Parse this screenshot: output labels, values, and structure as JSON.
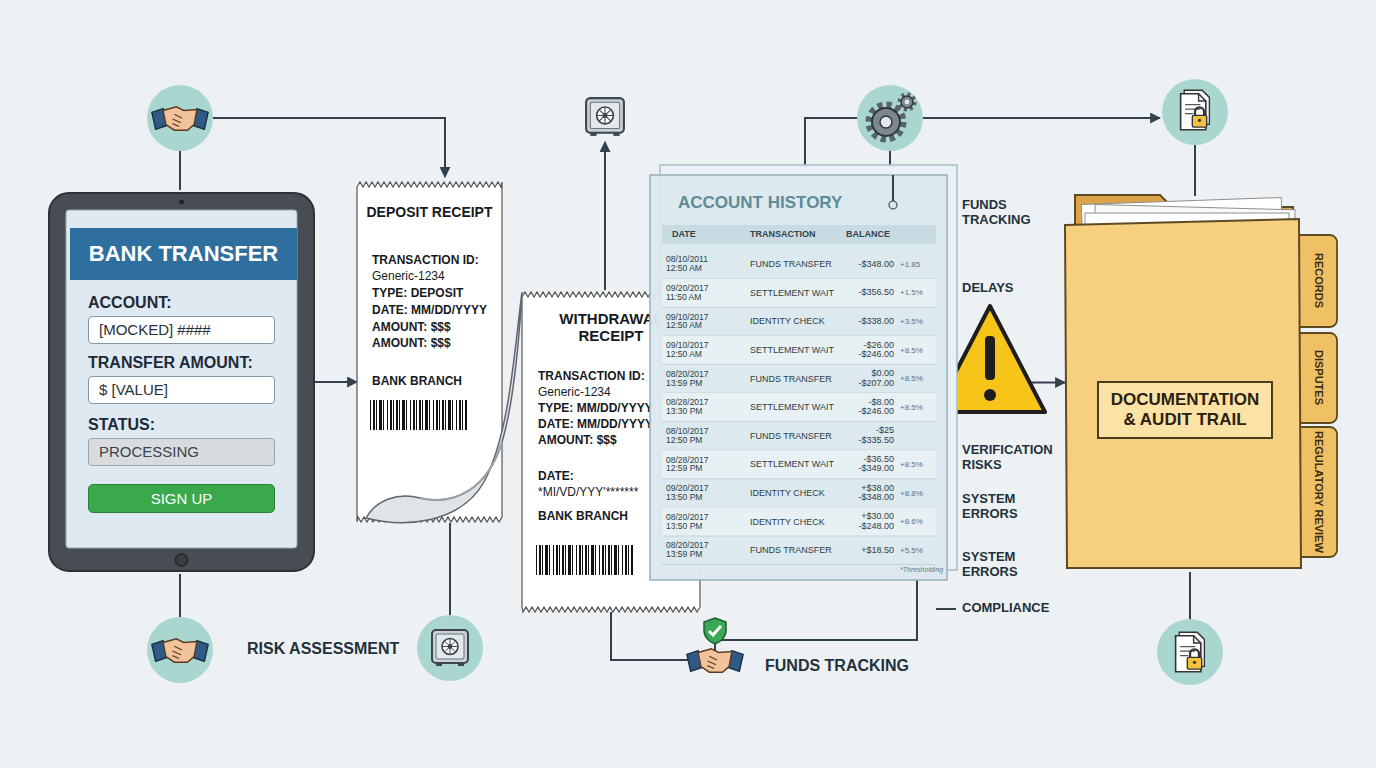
{
  "diagram": {
    "nodes": [
      {
        "text": [
          "BANK TRANSFER",
          "ACCOUNT:",
          "TRANSFER AMOUNT:",
          "STATUS:"
        ]
      },
      {
        "text": [
          "[MOCKED] ####"
        ],
        "in": 0
      },
      {
        "text": [
          "$ [VALUE]"
        ],
        "in": 0
      },
      {
        "text": [
          "PROCESSING"
        ],
        "in": 0
      },
      {
        "text": [
          "SIGN UP"
        ],
        "in": 0
      },
      {
        "text": [
          "DEPOSIT RECEIPT",
          "TRANSACTION ID:",
          "Generic-1234",
          "TYPE: DEPOSIT",
          "DATE: MM/DD/YYYY",
          "AMOUNT: $$$",
          "AMOUNT: $$$",
          "BANK BRANCH"
        ]
      },
      {
        "text": [
          "WITHDRAWAL RECEIPT",
          "TRANSACTION ID:",
          "Generic-1234",
          "TYPE: MM/DD/YYYY",
          "DATE: MM/DD/YYYY",
          "AMOUNT: $$$",
          "DATE:",
          "*MI/VD/YYY'*******",
          "BANK BRANCH"
        ]
      },
      {
        "text": [
          "ACCOUNT HISTORY",
          "DATE",
          "TRANSACTION",
          "BALANCE",
          "08/10/2011 12:50 AM",
          "FUNDS TRANSFER",
          "-$348.00",
          "+1.85",
          "09/20/2017 11:50 AM",
          "SETTLEMENT WAIT",
          "-$356.50",
          "+1.5%",
          "09/10/2017 12:50 AM",
          "IDENTITY CHECK",
          "-$338.00",
          "+3.5%",
          "09/10/2017 12:50 AM",
          "SETTLEMENT WAIT",
          "-$26.00 -$246.00",
          "+8.5%",
          "08/20/2017 13:59 PM",
          "FUNDS TRANSFER",
          "$0.00 -$207.00",
          "+8.5%",
          "08/28/2017 13:30 PM",
          "SETTLEMENT WAIT",
          "-$8.00 -$246.00",
          "+8.5%",
          "08/10/2017 12:50 PM",
          "FUNDS TRANSFER",
          "-$25 -$335.50",
          "08/28/2017 12:59 PM",
          "SETTLEMENT WAIT",
          "-$36.50 -$349.00",
          "+8.5%",
          "09/20/2017 13:50 PM",
          "IDENTITY CHECK",
          "+$38.00 -$348.00",
          "+8.8%",
          "08/20/2017 13:50 PM",
          "IDENTITY CHECK",
          "+$30.00 -$248.00",
          "+8.6%",
          "08/20/2017 13:59 PM",
          "FUNDS TRANSFER",
          "+$18.50",
          "+5.5%",
          "*Thresholding"
        ]
      },
      {
        "text": [
          "RECORDS",
          "DISPUTES",
          "REGULATORY REVIEW"
        ]
      },
      {
        "text": [
          "DOCUMENTATION & AUDIT TRAIL"
        ],
        "in": 8
      }
    ],
    "edges": [
      {
        "from": 0,
        "to": 5,
        "arrow": "to"
      },
      {
        "from": 6,
        "to": 7,
        "arrow": "none"
      },
      {
        "from": 7,
        "to": 8,
        "arrow": "to"
      }
    ],
    "labels": [
      "FUNDS TRACKING",
      "DELAYS",
      "VERIFICATION RISKS",
      "SYSTEM ERRORS",
      "SYSTEM ERRORS",
      "COMPLIANCE",
      "RISK ASSESSMENT",
      "FUNDS TRACKING"
    ]
  }
}
